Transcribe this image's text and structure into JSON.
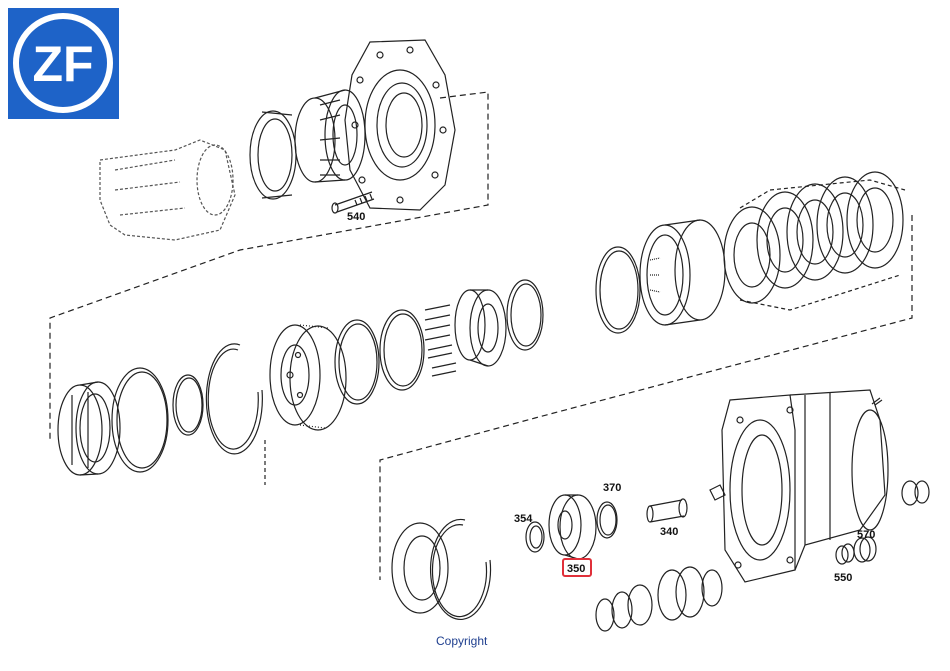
{
  "brand": {
    "logo_text": "ZF",
    "color": "#1e63c8"
  },
  "parts": [
    {
      "id": "540",
      "highlighted": false
    },
    {
      "id": "354",
      "highlighted": false
    },
    {
      "id": "370",
      "highlighted": false
    },
    {
      "id": "340",
      "highlighted": false
    },
    {
      "id": "350",
      "highlighted": true
    },
    {
      "id": "570",
      "highlighted": false
    },
    {
      "id": "550",
      "highlighted": false
    }
  ],
  "highlight_color": "#e0303a",
  "footer": {
    "copyright": "Copyright"
  }
}
